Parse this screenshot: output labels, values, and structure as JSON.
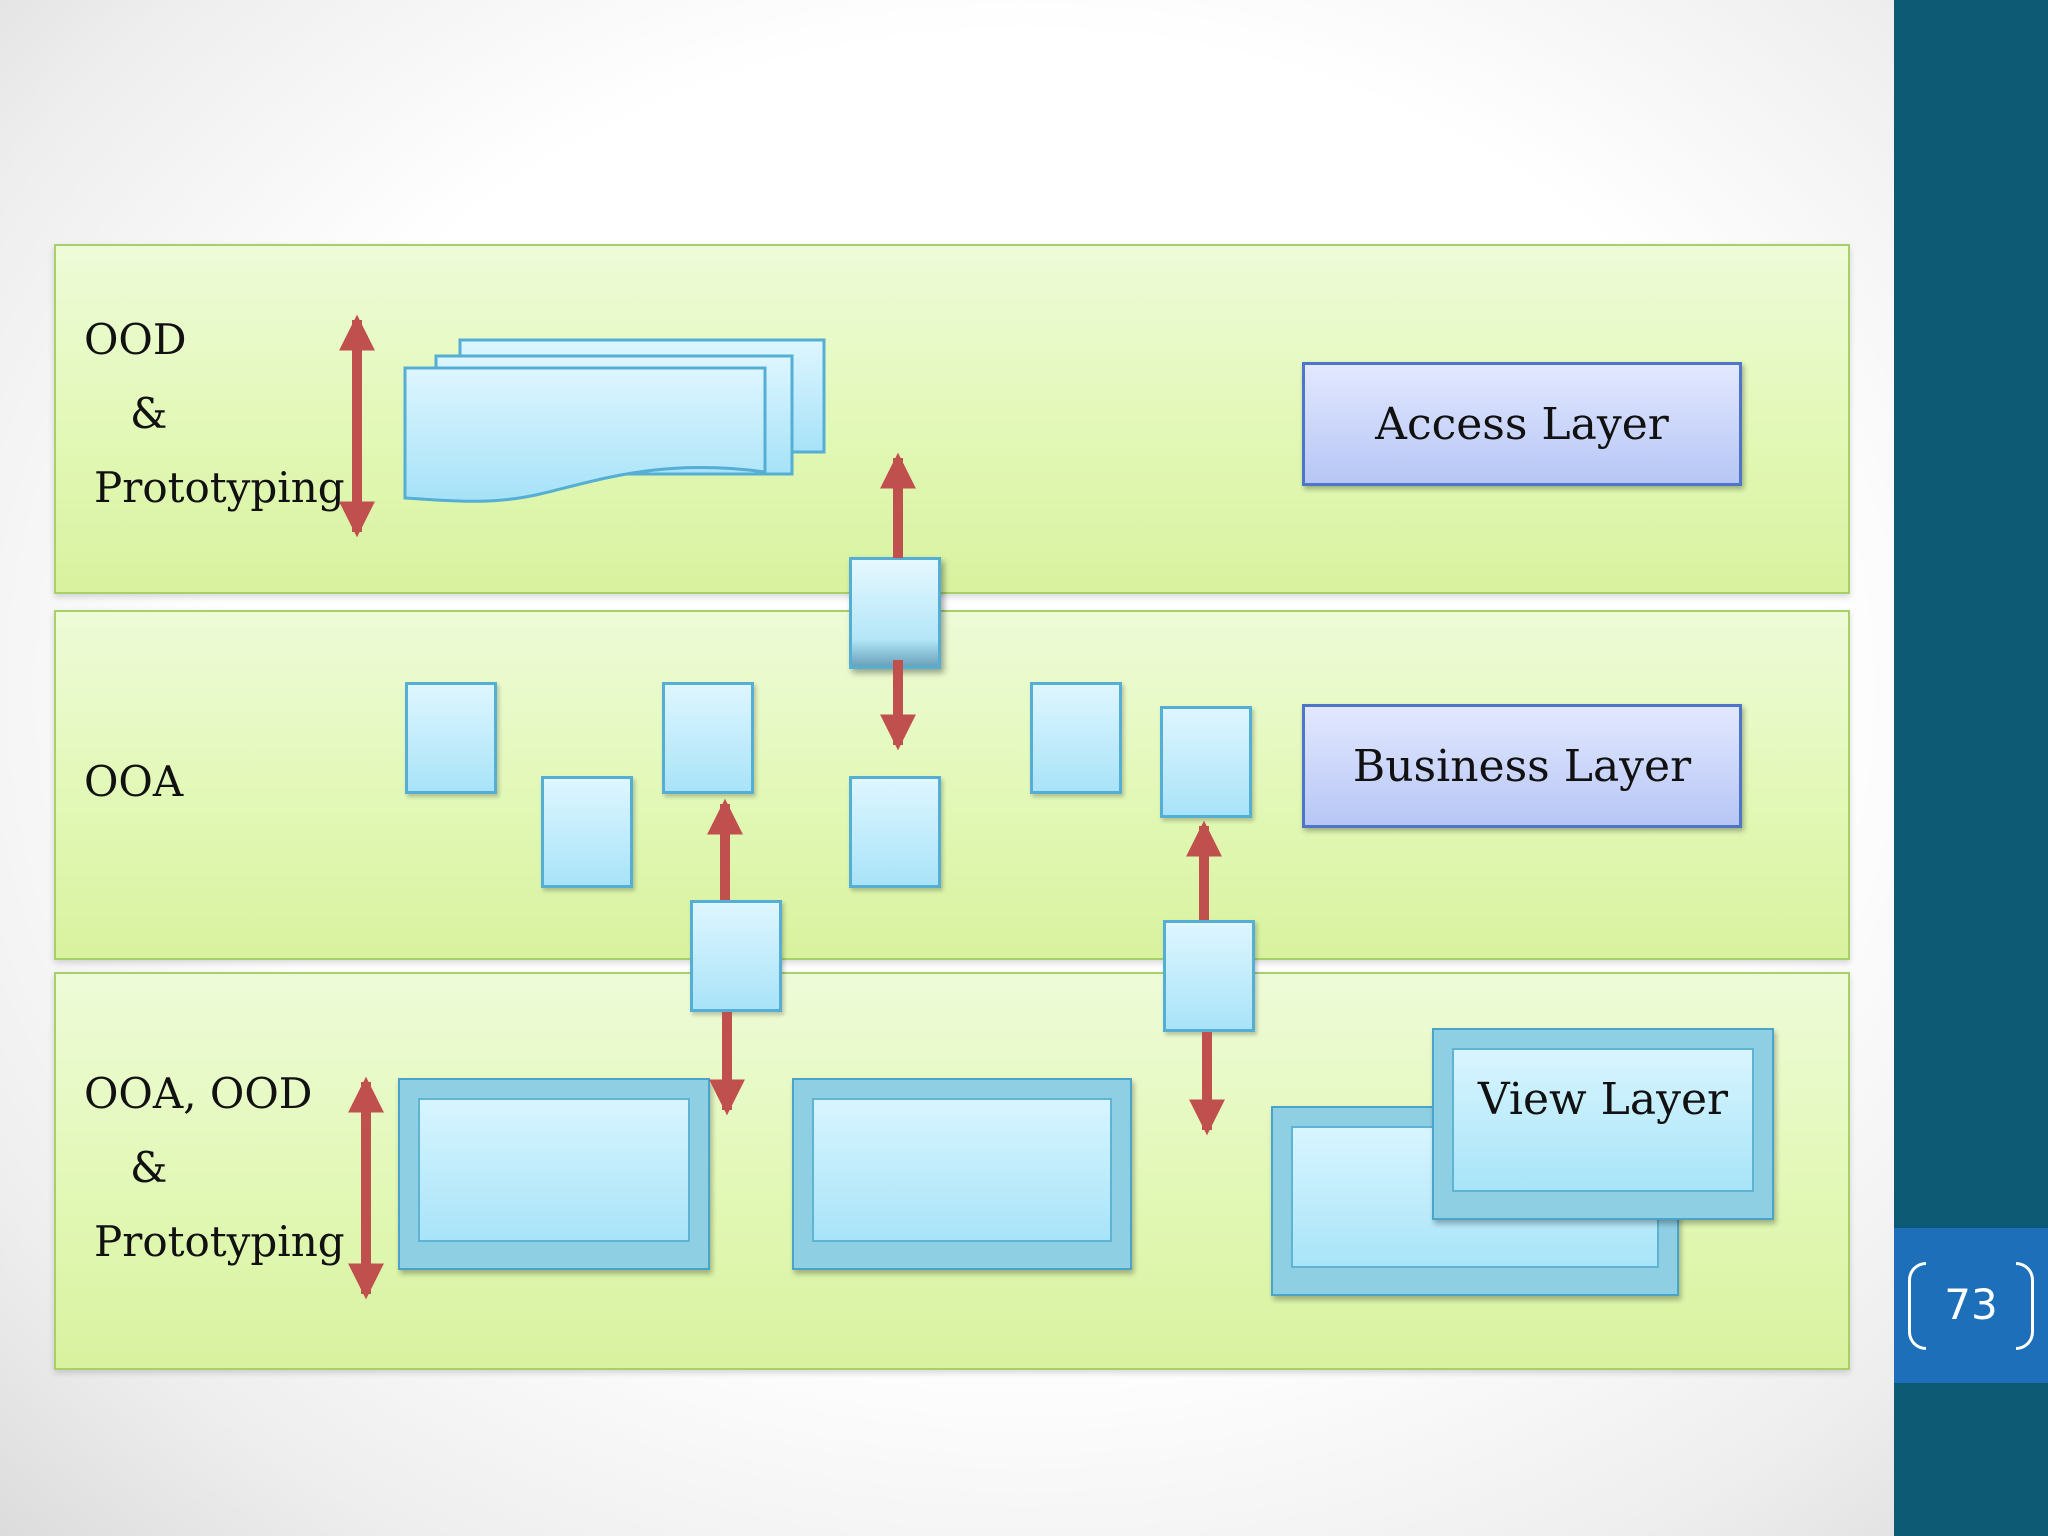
{
  "slide": {
    "page_number": "73",
    "colors": {
      "sidebar": "#0d5a75",
      "page_tab": "#1e6fb9",
      "band_fill": "#e2f8b6",
      "arrow": "#c0504d",
      "layer_box": "#b7c6f5",
      "component": "#a9e3f8"
    }
  },
  "diagram": {
    "bands": [
      {
        "label_lines": [
          "OOD",
          "&",
          "Prototyping"
        ],
        "layer_label": "Access Layer"
      },
      {
        "label_lines": [
          "OOA"
        ],
        "layer_label": "Business Layer"
      },
      {
        "label_lines": [
          "OOA, OOD",
          "&",
          "Prototyping"
        ],
        "layer_label": "View Layer"
      }
    ]
  }
}
